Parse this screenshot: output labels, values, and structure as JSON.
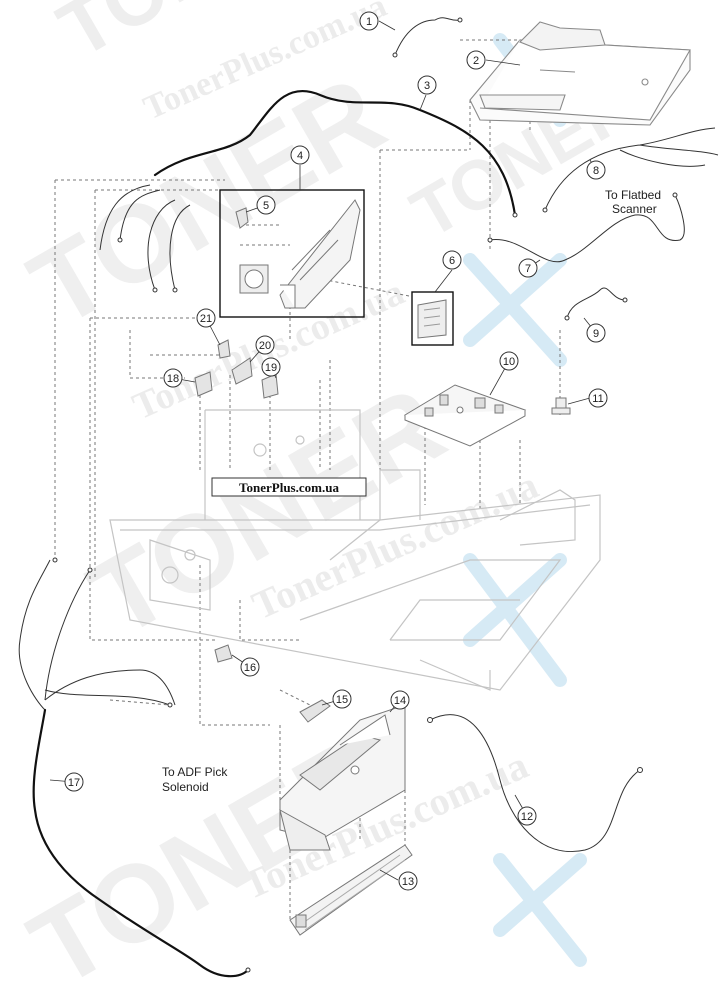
{
  "watermark": {
    "brand_big": "TONER",
    "brand_site": "TonerPlus.com.ua",
    "brand_site_short": "TonerPlus.com.ua",
    "color_text": "#e9e9e9",
    "color_x": "#cfe6f2"
  },
  "banner": {
    "text": "TonerPlus.com.ua"
  },
  "callouts": [
    "1",
    "2",
    "3",
    "4",
    "5",
    "6",
    "7",
    "8",
    "9",
    "10",
    "11",
    "12",
    "13",
    "14",
    "15",
    "16",
    "17",
    "18",
    "19",
    "20",
    "21"
  ],
  "notes": {
    "flatbed_line1": "To Flatbed",
    "flatbed_line2": "Scanner",
    "adf_line1": "To ADF Pick",
    "adf_line2": "Solenoid"
  },
  "colors": {
    "line": "#666666",
    "part": "#9a9a9a",
    "cable": "#111111",
    "frame": "#c8c8c8"
  }
}
